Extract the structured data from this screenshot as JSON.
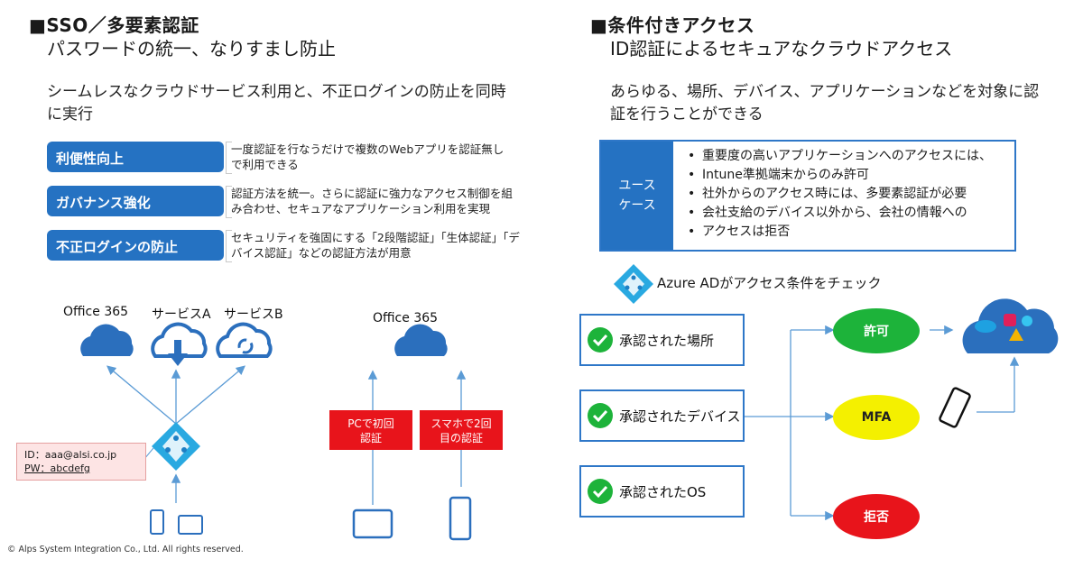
{
  "left": {
    "heading": "■SSO／多要素認証",
    "subheading": "パスワードの統一、なりすまし防止",
    "lead_line1": "シームレスなクラウドサービス利用と、不正ログインの防止を同時",
    "lead_line2": "に実行",
    "features": [
      {
        "label": "利便性向上",
        "desc_line1": "一度認証を行なうだけで複数のWebアプリを認証無し",
        "desc_line2": "で利用できる"
      },
      {
        "label": "ガバナンス強化",
        "desc_line1": "認証方法を統一。さらに認証に強力なアクセス制御を組",
        "desc_line2": "み合わせ、セキュアなアプリケーション利用を実現"
      },
      {
        "label": "不正ログインの防止",
        "desc_line1": "セキュリティを強固にする「2段階認証」「生体認証」「デ",
        "desc_line2": "バイス認証」などの認証方法が用意"
      }
    ],
    "sso_diagram": {
      "apps": [
        "Office 365",
        "サービスA",
        "サービスB"
      ],
      "credentials_id": "ID：aaa@alsi.co.jp",
      "credentials_pw": "PW：abcdefg"
    },
    "mfa_diagram": {
      "app": "Office 365",
      "pc_label_line1": "PCで初回",
      "pc_label_line2": "認証",
      "phone_label_line1": "スマホで2回",
      "phone_label_line2": "目の認証"
    },
    "footer": "© Alps System Integration Co., Ltd. All rights reserved."
  },
  "right": {
    "heading": "■条件付きアクセス",
    "subheading": "ID認証によるセキュアなクラウドアクセス",
    "lead_line1": "あらゆる、場所、デバイス、アプリケーションなどを対象に認",
    "lead_line2": "証を行うことができる",
    "usecase": {
      "head_line1": "ユース",
      "head_line2": "ケース",
      "items": [
        "重要度の高いアプリケーションへのアクセスには、",
        "Intune準拠端末からのみ許可",
        "社外からのアクセス時には、多要素認証が必要",
        "会社支給のデバイス以外から、会社の情報への",
        "アクセスは拒否"
      ]
    },
    "azure_check": "Azure ADがアクセス条件をチェック",
    "conditions": [
      "承認された場所",
      "承認されたデバイス",
      "承認されたOS"
    ],
    "outcomes": [
      {
        "label": "許可",
        "color": "#1db33a"
      },
      {
        "label": "MFA",
        "color": "#f4f000"
      },
      {
        "label": "拒否",
        "color": "#e8141b"
      }
    ],
    "colors": {
      "accent": "#2572c2",
      "check": "#1db33a",
      "cloud": "#2b6fbd"
    }
  }
}
